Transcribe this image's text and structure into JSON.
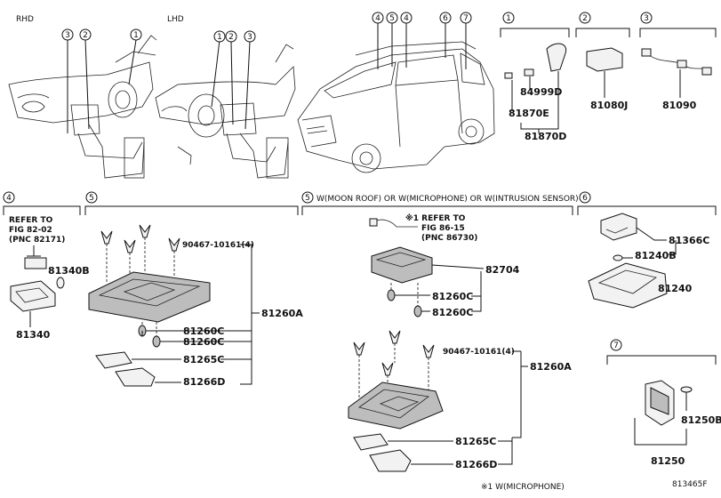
{
  "views": {
    "rhd": "RHD",
    "lhd": "LHD",
    "rhd_callouts": [
      "3",
      "2",
      "1"
    ],
    "lhd_callouts": [
      "1",
      "2",
      "3"
    ],
    "vehicle_callouts": [
      "4",
      "5",
      "4",
      "6",
      "7"
    ]
  },
  "groups": {
    "g1": {
      "num": "1",
      "parts": [
        "84999D",
        "81870E",
        "81870D"
      ]
    },
    "g2": {
      "num": "2",
      "parts": [
        "81080J"
      ]
    },
    "g3": {
      "num": "3",
      "parts": [
        "81090"
      ]
    }
  },
  "section4": {
    "num": "4",
    "refer": [
      "REFER TO",
      "FIG 82-02",
      "(PNC 82171)"
    ],
    "parts": [
      "81340B",
      "81340"
    ]
  },
  "section5a": {
    "num": "5",
    "parts": [
      "90467-10161(4)",
      "81260A",
      "81260C",
      "81260C",
      "81265C",
      "81266D"
    ]
  },
  "section5b": {
    "num": "5",
    "condition": "W(MOON ROOF) OR W(MICROPHONE) OR W(INTRUSION SENSOR)",
    "refer": [
      "※1 REFER TO",
      "FIG 86-15",
      "(PNC 86730)"
    ],
    "parts": [
      "82704",
      "81260C",
      "81260C",
      "90467-10161(4)",
      "81260A",
      "81265C",
      "81266D"
    ],
    "footnote": "※1 W(MICROPHONE)"
  },
  "section6": {
    "num": "6",
    "parts": [
      "81366C",
      "81240B",
      "81240"
    ]
  },
  "section7": {
    "num": "7",
    "parts": [
      "81250B",
      "81250"
    ]
  },
  "figure_code": "813465F"
}
